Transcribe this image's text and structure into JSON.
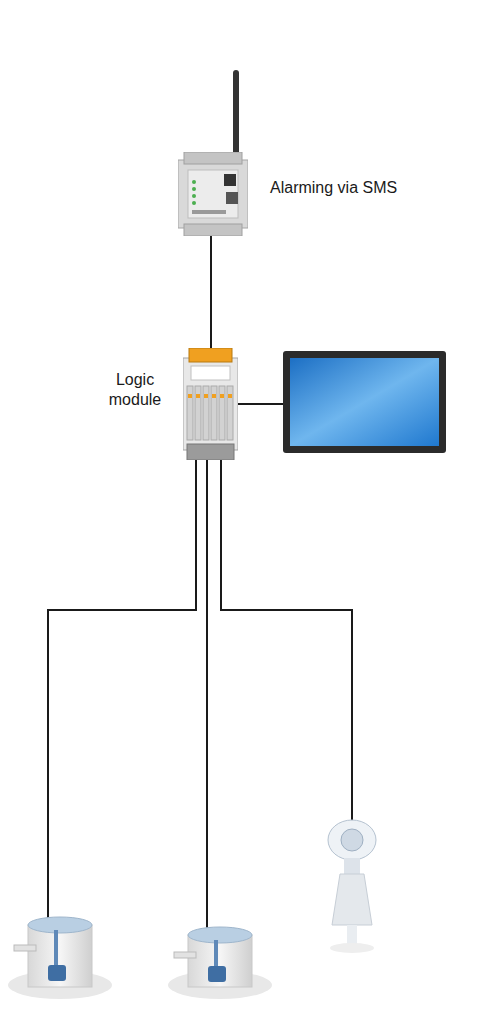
{
  "diagram": {
    "nodes": [
      {
        "text": [
          "Alarming via SMS"
        ]
      },
      {
        "text": [
          "Logic module"
        ]
      }
    ],
    "edges": [
      {
        "from": 0,
        "to": 1,
        "arrow": "none"
      }
    ]
  }
}
